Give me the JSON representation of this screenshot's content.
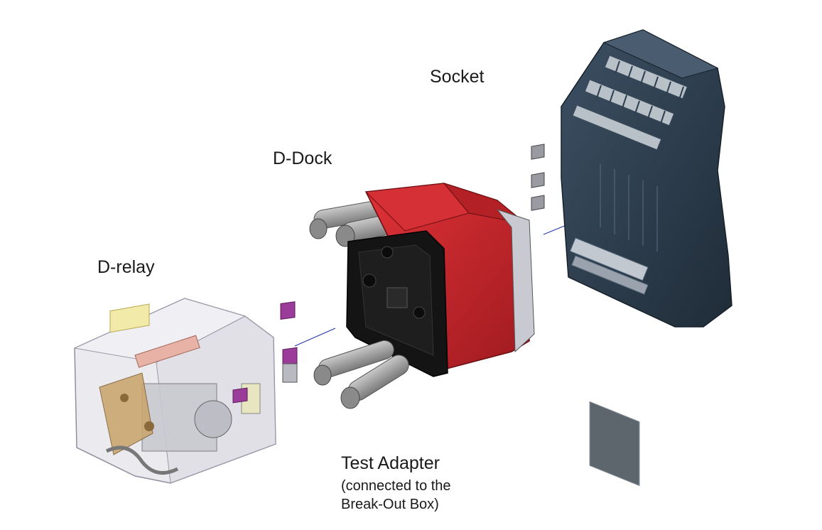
{
  "labels": {
    "socket": "Socket",
    "ddock": "D-Dock",
    "drelay": "D-relay",
    "test_adapter": "Test Adapter",
    "test_adapter_sub1": "(connected to the",
    "test_adapter_sub2": "Break-Out Box)"
  },
  "colors": {
    "socket_body": "#2c3e4f",
    "ddock_red": "#c8262b",
    "ddock_black": "#111111",
    "relay_clear": "#d9d9e0",
    "relay_pins": "#8e2a8e",
    "cable_gray": "#9a9a9a",
    "axis_line": "#2233aa"
  }
}
